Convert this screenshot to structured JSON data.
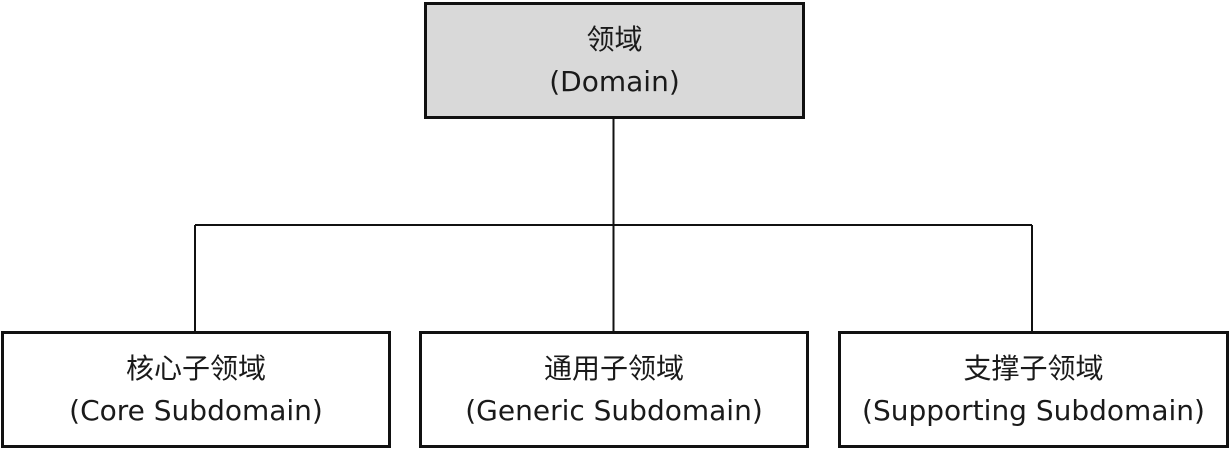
{
  "colors": {
    "root_fill": "#d9d9d9",
    "child_fill": "#ffffff",
    "stroke": "#111111"
  },
  "root": {
    "title_cn": "领域",
    "title_en": "(Domain)"
  },
  "subdomains": [
    {
      "title_cn": "核心子领域",
      "title_en": "(Core Subdomain)"
    },
    {
      "title_cn": "通用子领域",
      "title_en": "(Generic Subdomain)"
    },
    {
      "title_cn": "支撑子领域",
      "title_en": "(Supporting Subdomain)"
    }
  ]
}
